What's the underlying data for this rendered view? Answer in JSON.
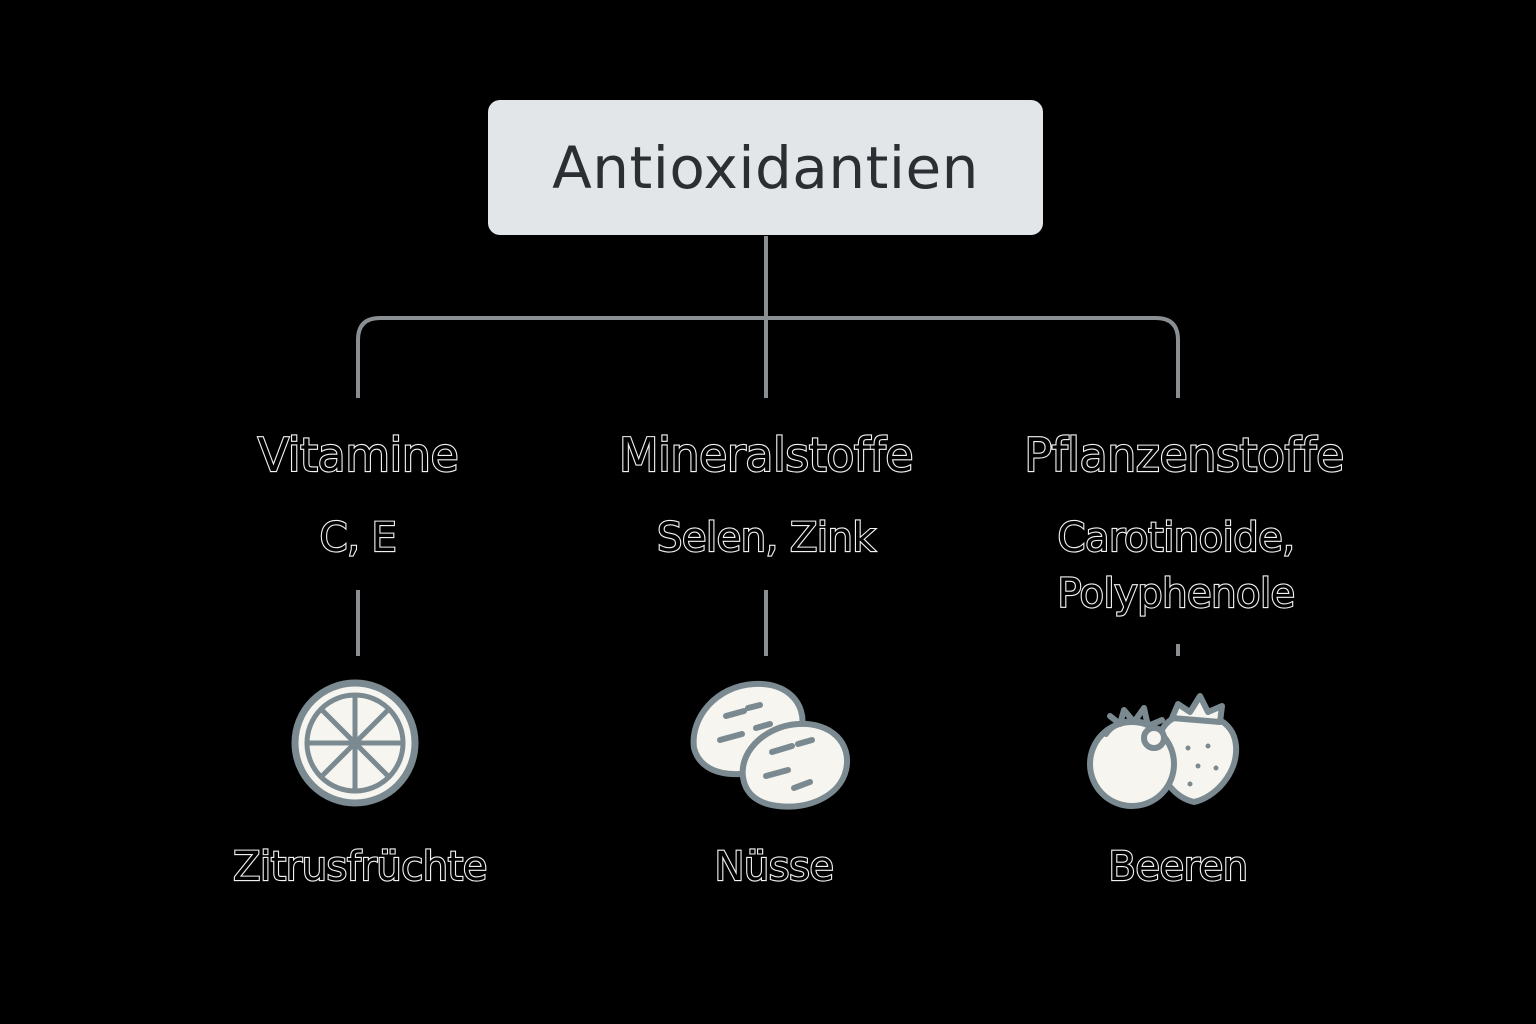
{
  "root": {
    "title": "Antioxidantien"
  },
  "categories": [
    {
      "title": "Vitamine",
      "examples": "C, E",
      "food": "Zitrusfrüchte",
      "icon": "citrus-icon"
    },
    {
      "title": "Mineralstoffe",
      "examples": "Selen, Zink",
      "food": "Nüsse",
      "icon": "nuts-icon"
    },
    {
      "title": "Pflanzenstoffe",
      "examples": "Carotinoide,\nPolyphenole",
      "food": "Beeren",
      "icon": "berries-icon"
    }
  ],
  "colors": {
    "background": "#000000",
    "root_box": "#e3e6e8",
    "root_text": "#2b2f33",
    "connector": "#8a8f93",
    "icon_stroke": "#7a8a90",
    "icon_fill": "#f6f5f0",
    "text_outline": "#f2f2f2"
  }
}
